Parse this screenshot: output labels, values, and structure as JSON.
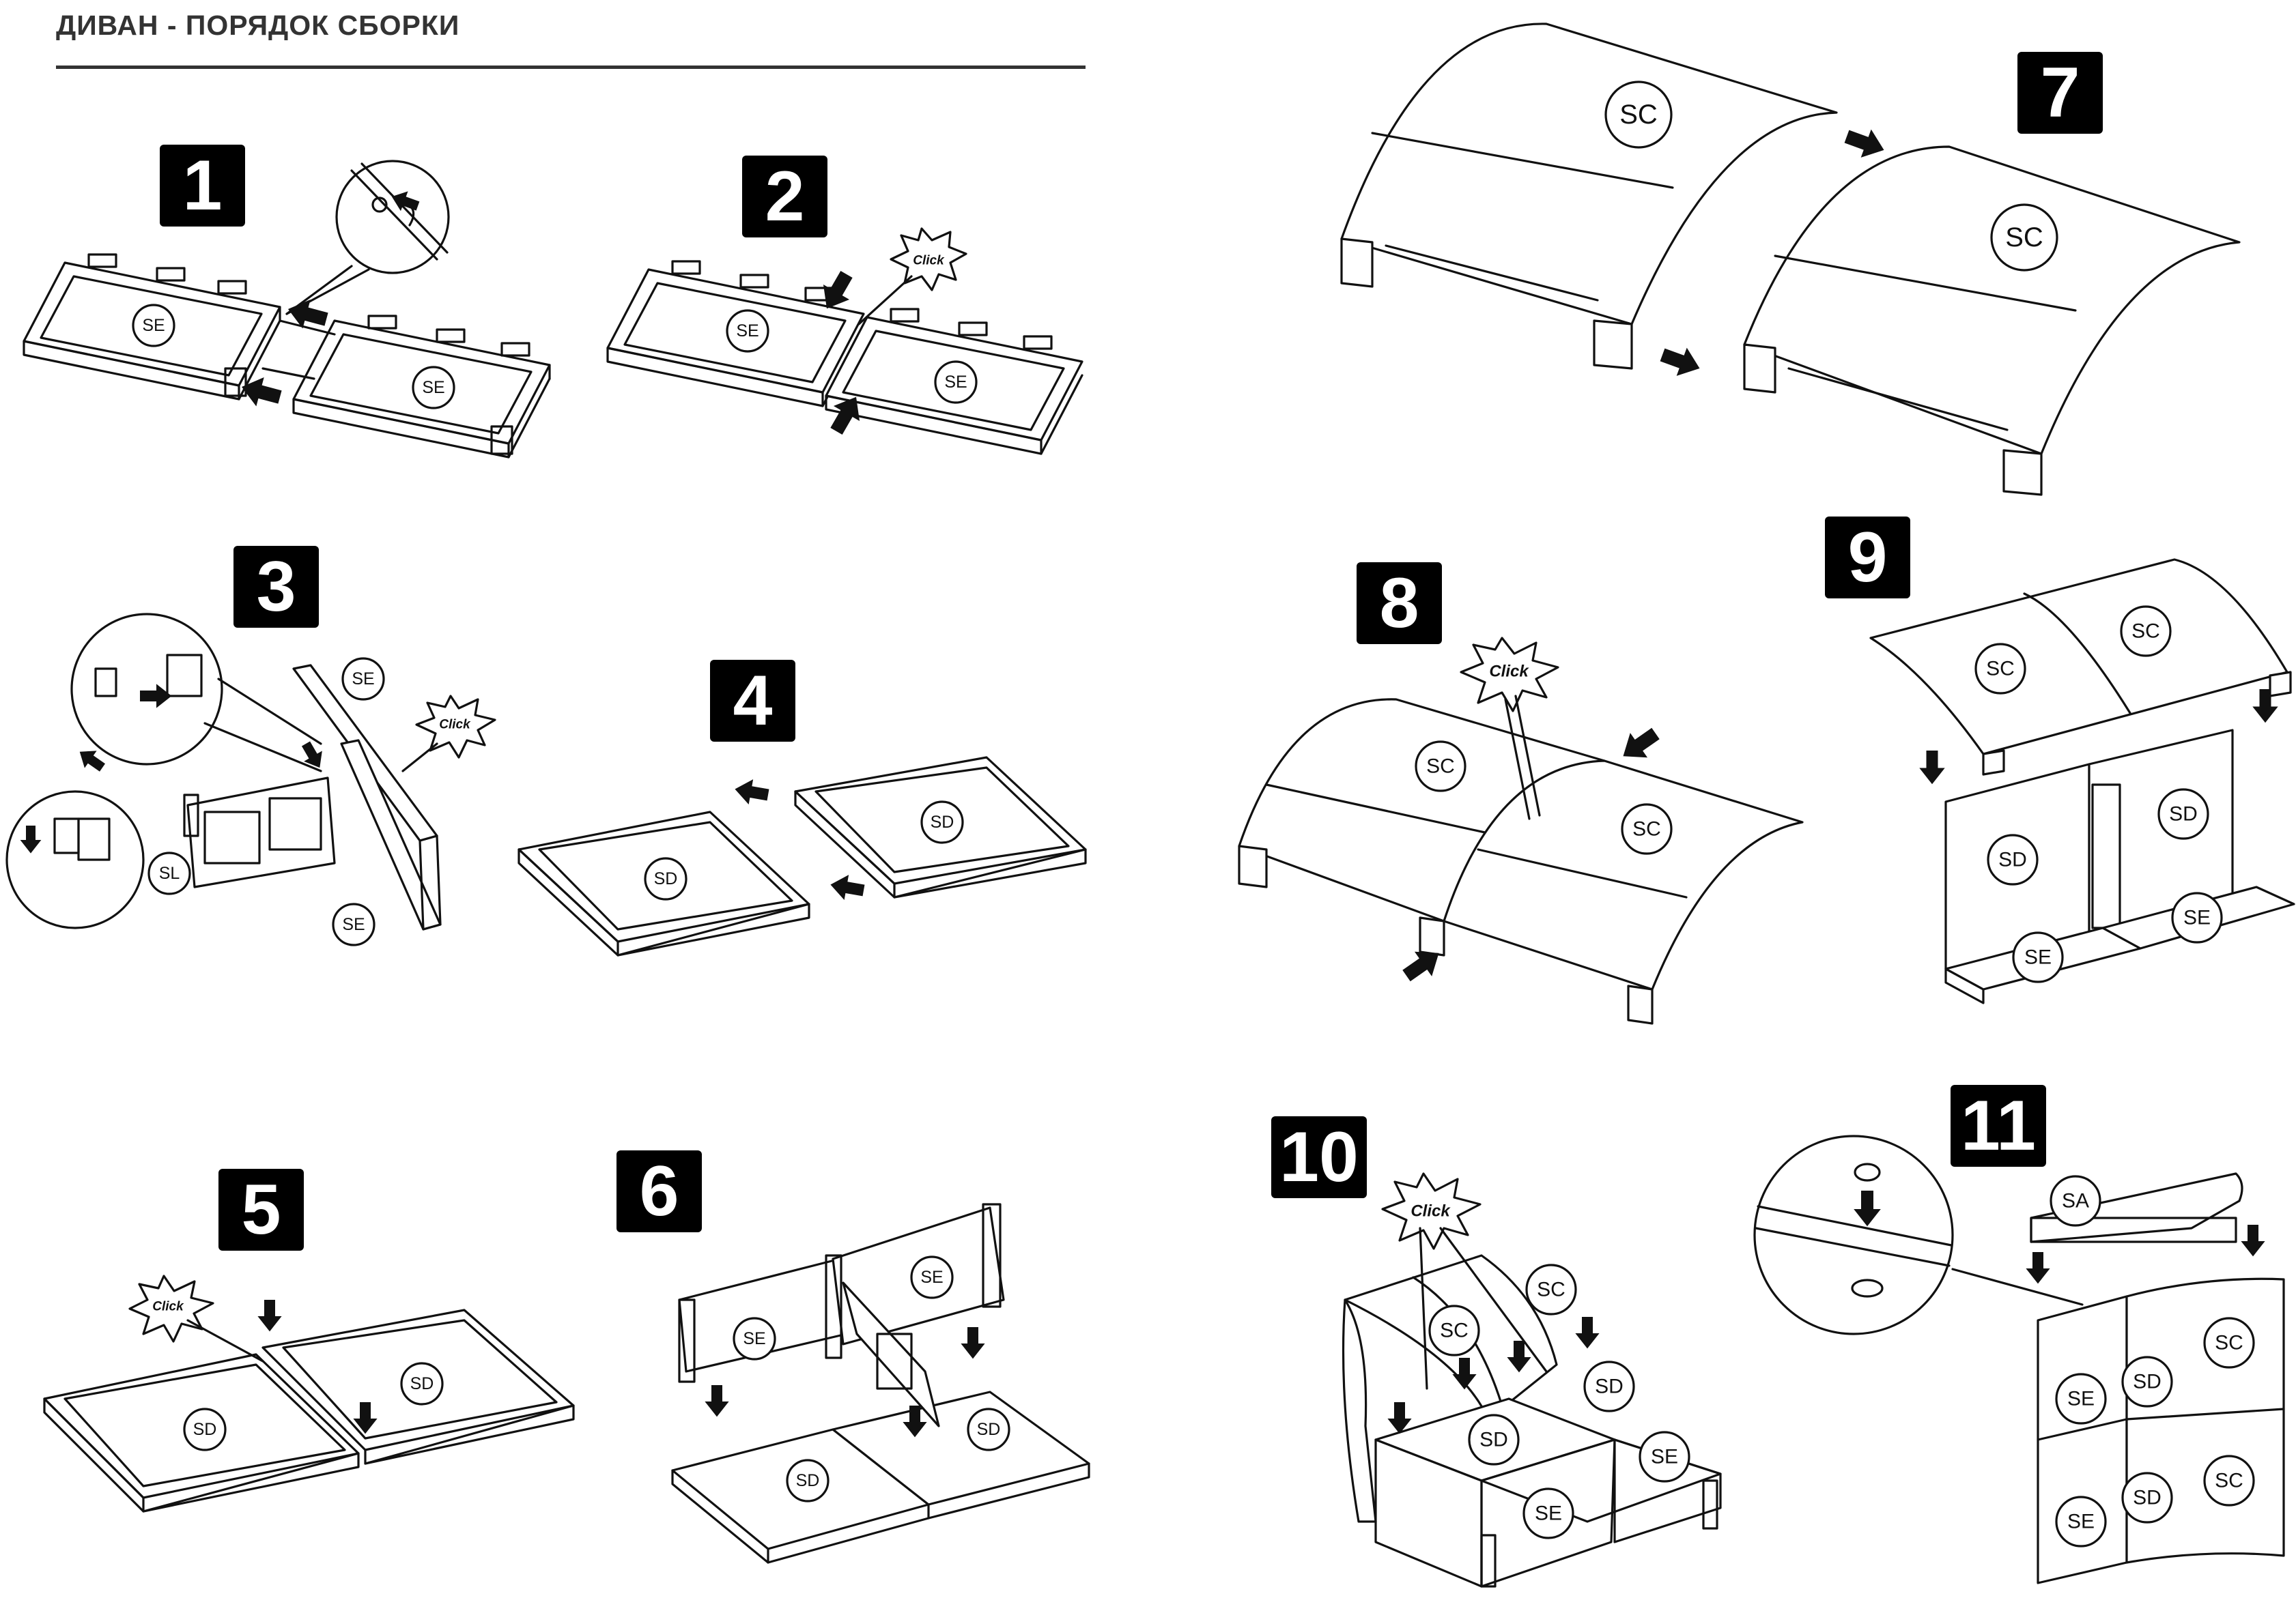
{
  "header": {
    "title": "ДИВАН - ПОРЯДОК СБОРКИ"
  },
  "steps": [
    "1",
    "2",
    "3",
    "4",
    "5",
    "6",
    "7",
    "8",
    "9",
    "10",
    "11"
  ],
  "parts": {
    "se": "SE",
    "sd": "SD",
    "sc": "SC",
    "sl": "SL",
    "sa": "SA"
  },
  "callouts": {
    "click": "Click"
  }
}
